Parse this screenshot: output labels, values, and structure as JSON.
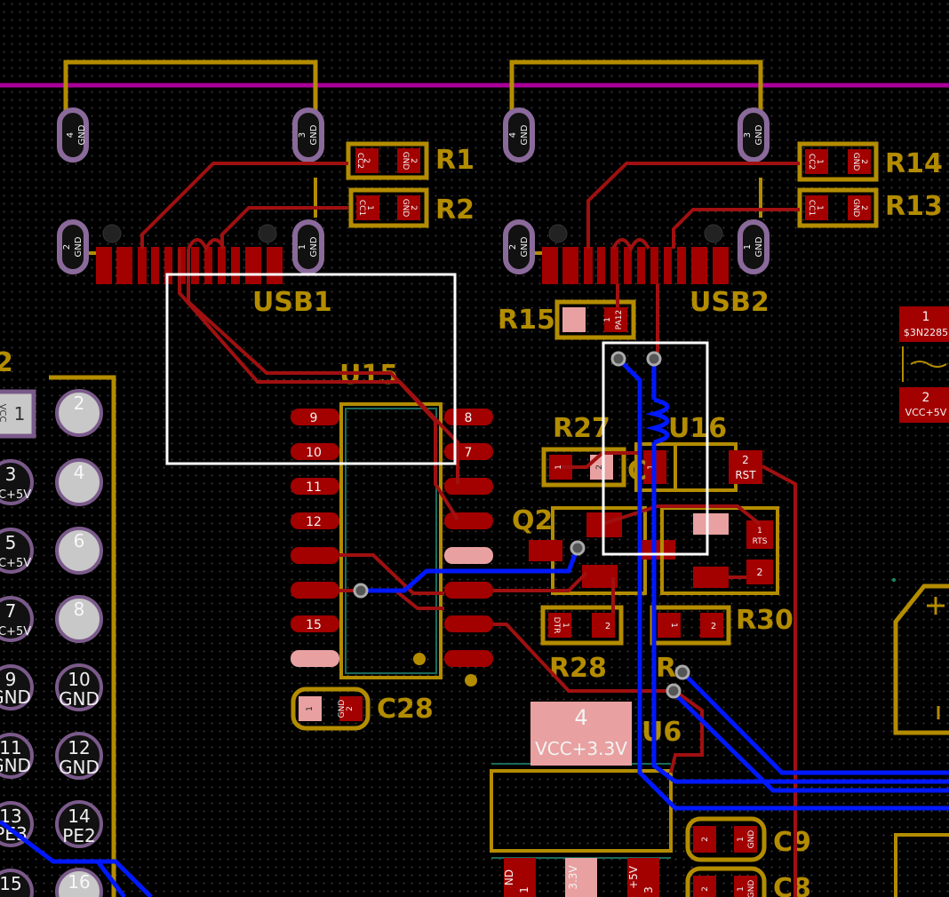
{
  "colors": {
    "background": "#000000",
    "silkscreen": "#b38c00",
    "pad_front": "#a30000",
    "pad_highlight": "#e8a0a0",
    "trace_front": "#a01010",
    "trace_back": "#0018ff",
    "edge_line": "#aa0099",
    "selection_box": "#ffffff",
    "th_pad": "#c8c8c8"
  },
  "refdes": {
    "usb1": "USB1",
    "usb2": "USB2",
    "r1": "R1",
    "r2": "R2",
    "r13": "R13",
    "r14": "R14",
    "r15": "R15",
    "r27": "R27",
    "r28": "R28",
    "r30": "R30",
    "r_partial": "R",
    "u15": "U15",
    "u16": "U16",
    "u6": "U6",
    "q2": "Q2",
    "c28": "C28",
    "c9": "C9",
    "c8": "C8",
    "c_partial": "C",
    "j_partial": "2"
  },
  "usb_pins": {
    "n1": "1",
    "n2": "2",
    "n3": "3",
    "n4": "4",
    "gnd": "GND"
  },
  "small_pads": {
    "cc2": "CC2",
    "cc1": "CC1",
    "gnd": "GND",
    "pa12": "PA12",
    "dtr": "DTR",
    "rts": "RTS",
    "rst": "RST",
    "p1": "1",
    "p2": "2"
  },
  "u15_pins": [
    "9",
    "10",
    "11",
    "12",
    "15",
    "8",
    "7"
  ],
  "u6": {
    "pin4_num": "4",
    "pin4_net": "VCC+3.3V",
    "bottom_pads": [
      "ND",
      "1",
      "3.3V",
      "+5V",
      "3"
    ]
  },
  "right_part": {
    "pin1": "1",
    "pin1_net": "$3N2285",
    "pin2": "2",
    "pin2_net": "VCC+5V"
  },
  "header": {
    "left_col": [
      {
        "num": "1",
        "net": "VCC"
      },
      {
        "num": "3",
        "net": "CC+5V"
      },
      {
        "num": "5",
        "net": "CC+5V"
      },
      {
        "num": "7",
        "net": "CC+5V"
      },
      {
        "num": "9",
        "net": "GND"
      },
      {
        "num": "11",
        "net": "GND"
      },
      {
        "num": "13",
        "net": "PE3"
      },
      {
        "num": "15",
        "net": ""
      }
    ],
    "right_col": [
      {
        "num": "2",
        "net": ""
      },
      {
        "num": "4",
        "net": ""
      },
      {
        "num": "6",
        "net": ""
      },
      {
        "num": "8",
        "net": ""
      },
      {
        "num": "10",
        "net": "GND"
      },
      {
        "num": "12",
        "net": "GND"
      },
      {
        "num": "14",
        "net": "PE2"
      },
      {
        "num": "16",
        "net": ""
      }
    ]
  }
}
